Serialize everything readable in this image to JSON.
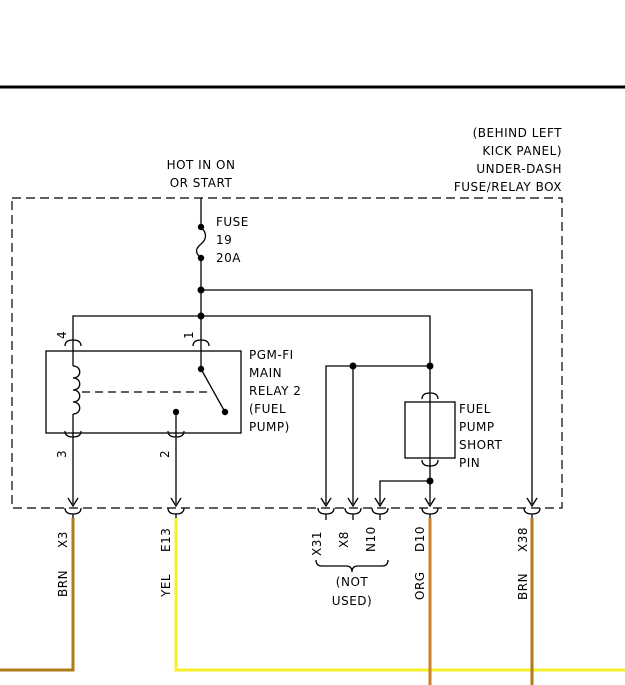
{
  "location_label": [
    "(BEHIND LEFT",
    "KICK PANEL)",
    "UNDER-DASH",
    "FUSE/RELAY BOX"
  ],
  "power_label": [
    "HOT IN ON",
    "OR START"
  ],
  "fuse": {
    "name": "FUSE",
    "number": "19",
    "rating": "20A"
  },
  "relay": {
    "label": [
      "PGM-FI",
      "MAIN",
      "RELAY 2",
      "(FUEL",
      "PUMP)"
    ],
    "pins": [
      "4",
      "1",
      "3",
      "2"
    ]
  },
  "short_pin": {
    "label": [
      "FUEL",
      "PUMP",
      "SHORT",
      "PIN"
    ]
  },
  "connectors": [
    "X3",
    "E13",
    "X31",
    "X8",
    "N10",
    "D10",
    "X38"
  ],
  "wires": [
    {
      "color_name": "BRN",
      "color": "#b07a1a"
    },
    {
      "color_name": "YEL",
      "color": "#f5ee2a"
    },
    {
      "color_name": "ORG",
      "color": "#c8822a"
    },
    {
      "color_name": "BRN",
      "color": "#b07a1a"
    }
  ],
  "not_used_label": [
    "(NOT",
    "USED)"
  ]
}
